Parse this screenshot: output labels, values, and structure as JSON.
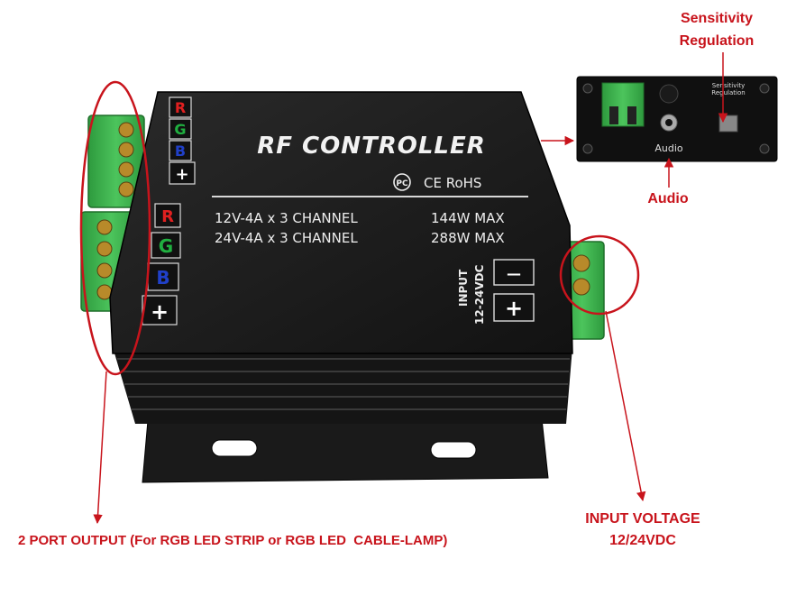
{
  "device": {
    "title": "RF CONTROLLER",
    "certs": "CE RoHS",
    "spec_row1_left": "12V-4A x 3 CHANNEL",
    "spec_row1_right": "144W MAX",
    "spec_row2_left": "24V-4A x 3 CHANNEL",
    "spec_row2_right": "288W MAX",
    "input_label_1": "INPUT",
    "input_label_2": "12-24VDC",
    "terminal_minus": "—",
    "terminal_plus": "+",
    "channels": [
      {
        "label": "R",
        "color": "#e02020"
      },
      {
        "label": "G",
        "color": "#20b040"
      },
      {
        "label": "B",
        "color": "#2040c8"
      },
      {
        "label": "+",
        "color": "#ffffff"
      }
    ]
  },
  "inset": {
    "audio_label": "Audio",
    "sensitivity_label_1": "Sensitivity",
    "sensitivity_label_2": "Regulation"
  },
  "callouts": {
    "sensitivity_1": "Sensitivity",
    "sensitivity_2": "Regulation",
    "audio": "Audio",
    "input_voltage_1": "INPUT VOLTAGE",
    "input_voltage_2": "12/24VDC",
    "output": "2 PORT OUTPUT (For RGB LED STRIP or RGB LED  CABLE-LAMP)"
  },
  "colors": {
    "annotation_red": "#c8141c",
    "body_black": "#1c1c1c",
    "terminal_green": "#3ab04a"
  }
}
